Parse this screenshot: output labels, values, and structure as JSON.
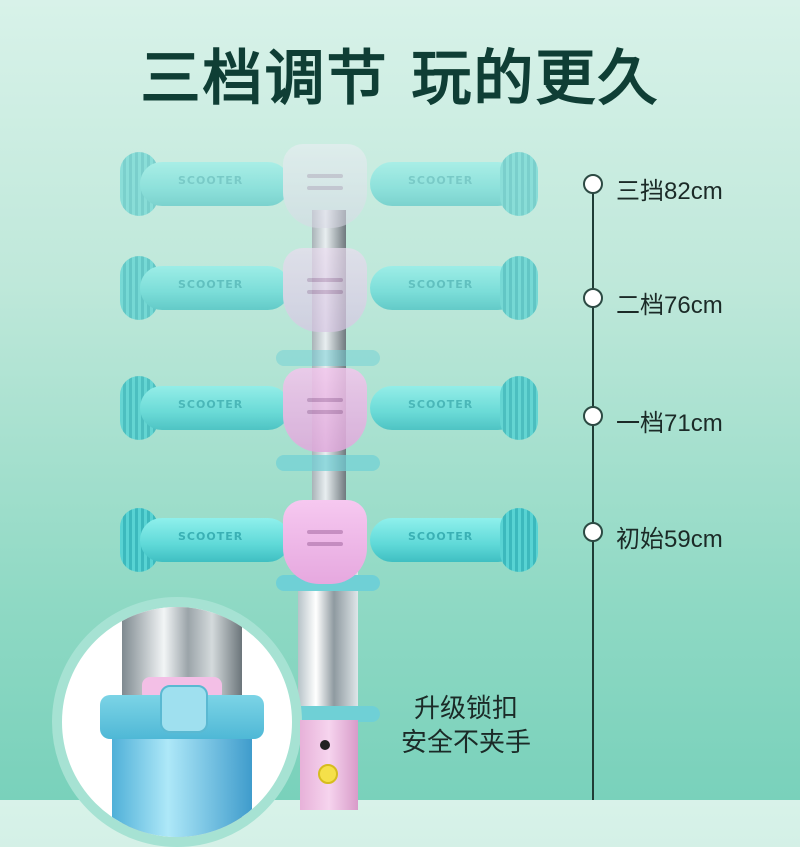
{
  "title": "三档调节 玩的更久",
  "levels": [
    {
      "label": "三挡82cm"
    },
    {
      "label": "二档76cm"
    },
    {
      "label": "一档71cm"
    },
    {
      "label": "初始59cm"
    }
  ],
  "grip_text": "SCOOTER",
  "lock": {
    "line1": "升级锁扣",
    "line2": "安全不夹手"
  },
  "colors": {
    "grip": "#5fd9d8",
    "clamp_pink": "#f1b8e6",
    "clamp_faded": "#e7e7f0",
    "title": "#0f3e35"
  }
}
